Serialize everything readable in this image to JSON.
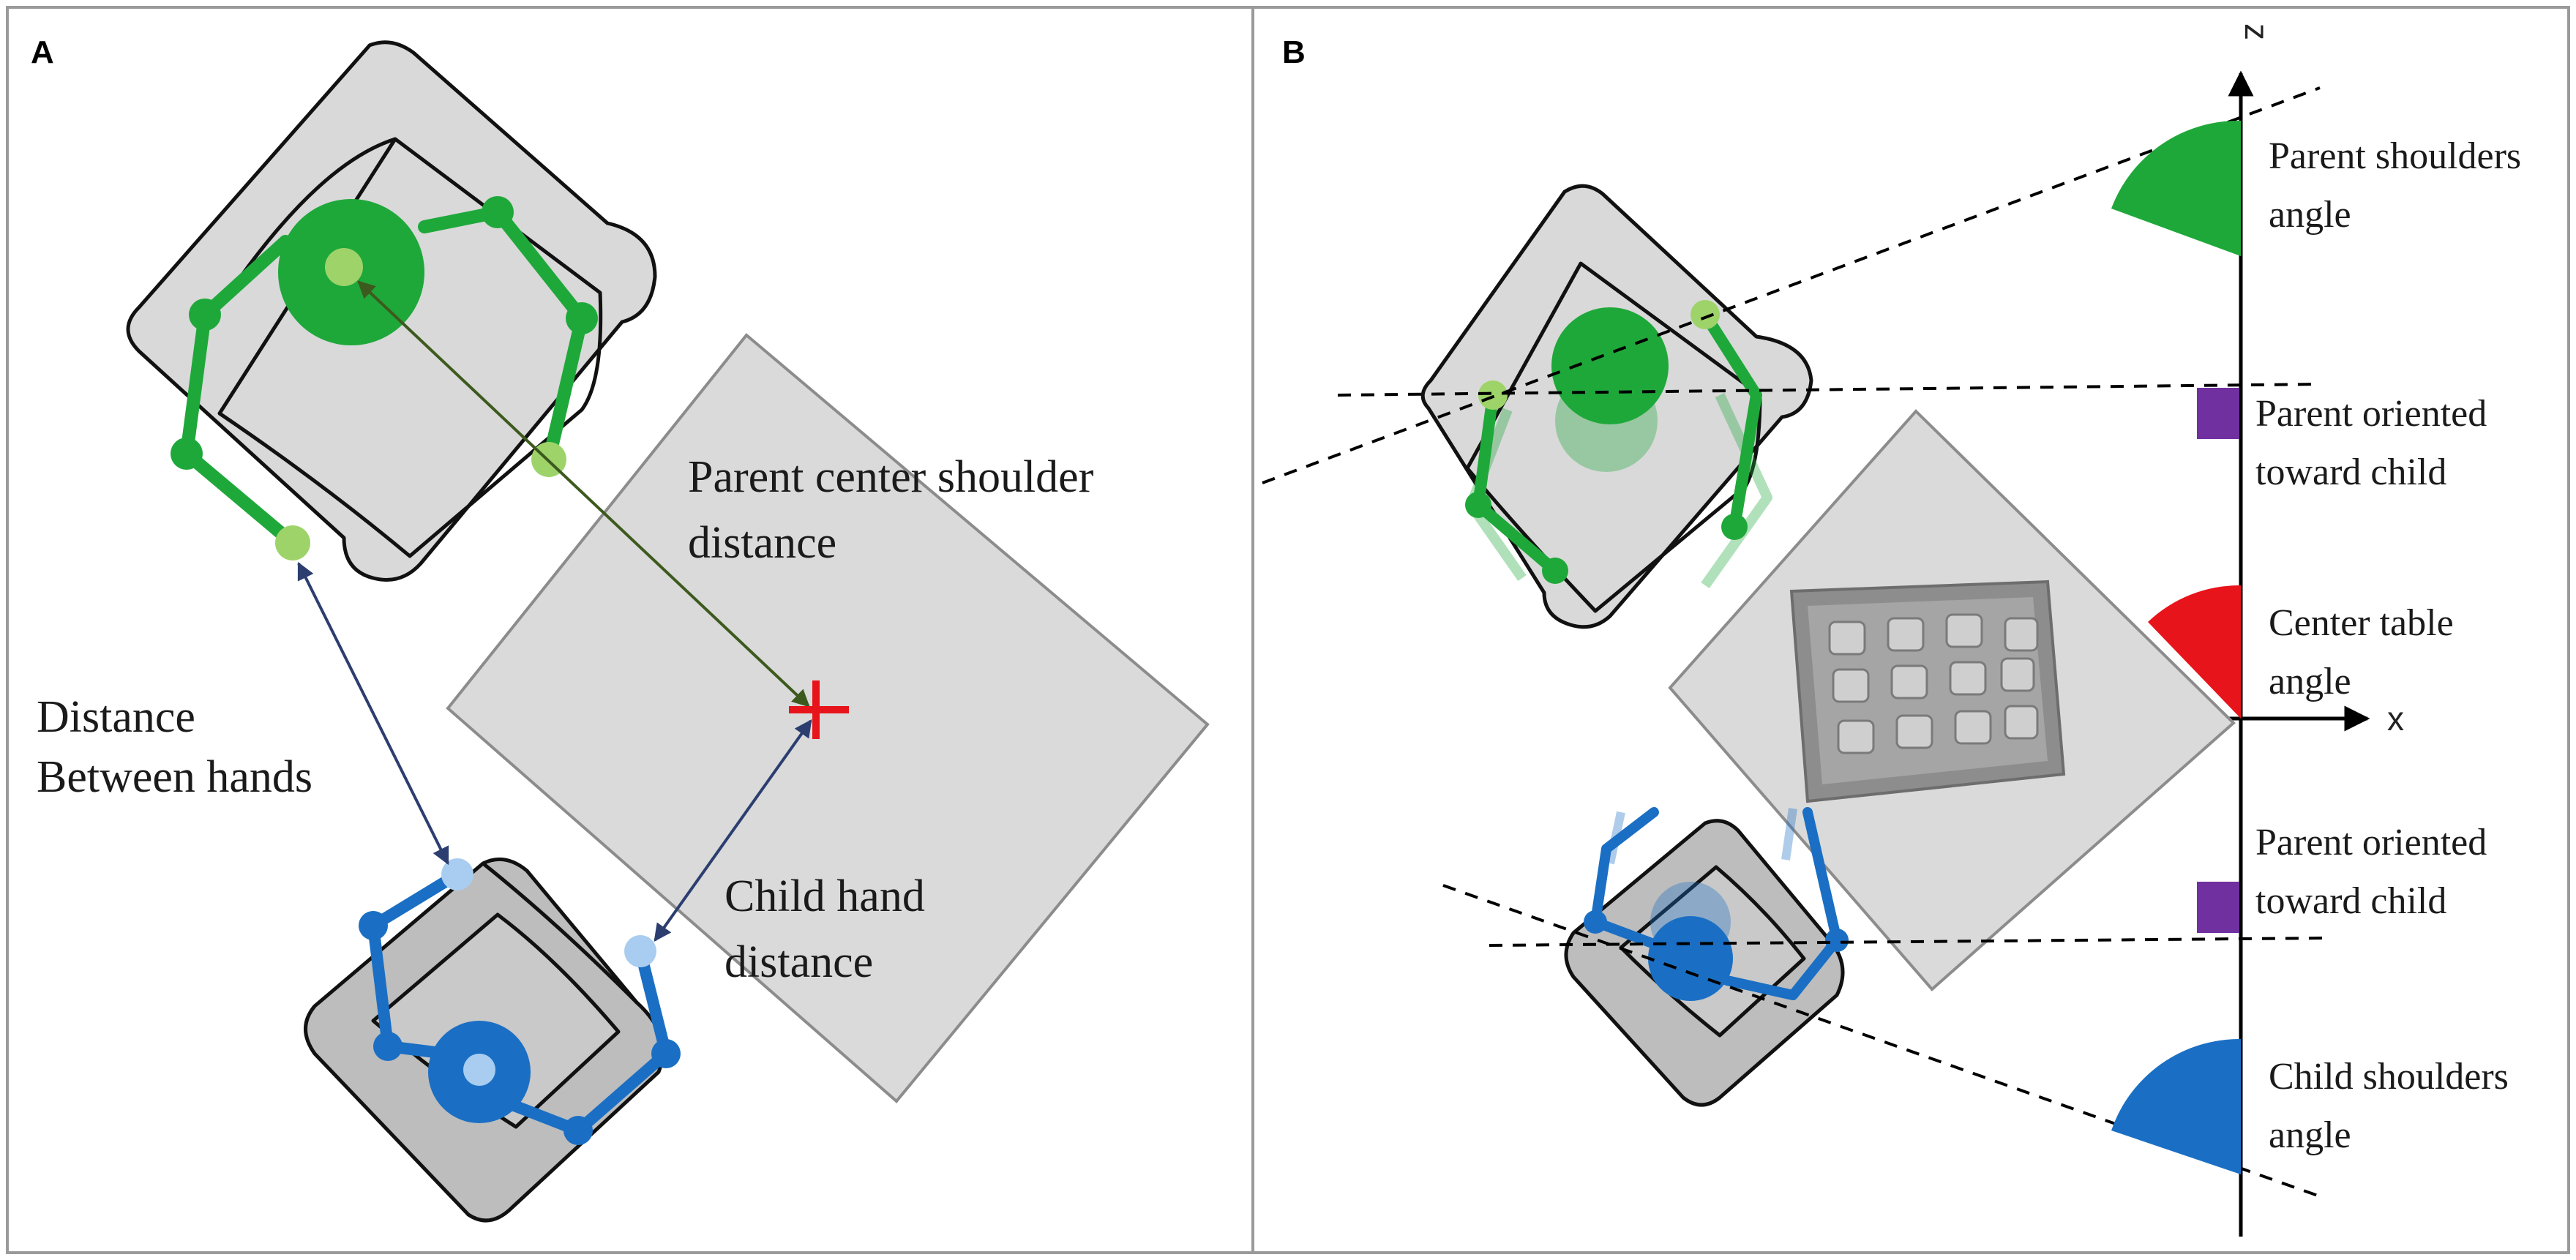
{
  "panels": [
    {
      "letter": "A"
    },
    {
      "letter": "B"
    }
  ],
  "panel_a": {
    "parent_center_shoulder_distance": [
      "Parent center shoulder",
      "distance"
    ],
    "distance_between_hands": [
      "Distance",
      "Between hands"
    ],
    "child_hand_distance": [
      "Child hand",
      "distance"
    ]
  },
  "panel_b": {
    "axes": {
      "z": "z",
      "x": "x"
    },
    "parent_shoulders_angle": [
      "Parent shoulders",
      "angle"
    ],
    "parent_oriented_top": [
      "Parent oriented",
      "toward child"
    ],
    "center_table_angle": [
      "Center table",
      "angle"
    ],
    "parent_oriented_bottom": [
      "Parent oriented",
      "toward child"
    ],
    "child_shoulders_angle": [
      "Child shoulders",
      "angle"
    ]
  },
  "colors": {
    "parent_green": "#1fa83a",
    "parent_light": "#9ed36a",
    "child_blue": "#1a6fc4",
    "child_light": "#a9cdf0",
    "table_marker_red": "#e8141b",
    "orientation_purple": "#7030a0",
    "chair_fill": "#d9d9d9",
    "table_fill": "#dadada",
    "arrow_navy": "#2c3e70",
    "arrow_olive": "#3d5a1e"
  }
}
